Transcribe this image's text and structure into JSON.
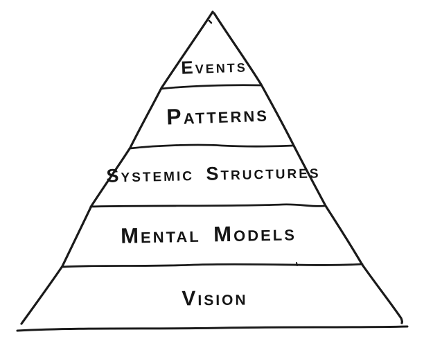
{
  "colors": {
    "ink": "#1a1a1a",
    "background": "#ffffff"
  },
  "pyramid": {
    "description_type": "hand-drawn five-level triangle diagram",
    "levels": [
      {
        "id": "events",
        "label": "Events"
      },
      {
        "id": "patterns",
        "label": "Patterns"
      },
      {
        "id": "systemic-structures",
        "label": "Systemic Structures"
      },
      {
        "id": "mental-models",
        "label": "Mental Models"
      },
      {
        "id": "vision",
        "label": "Vision"
      }
    ]
  }
}
